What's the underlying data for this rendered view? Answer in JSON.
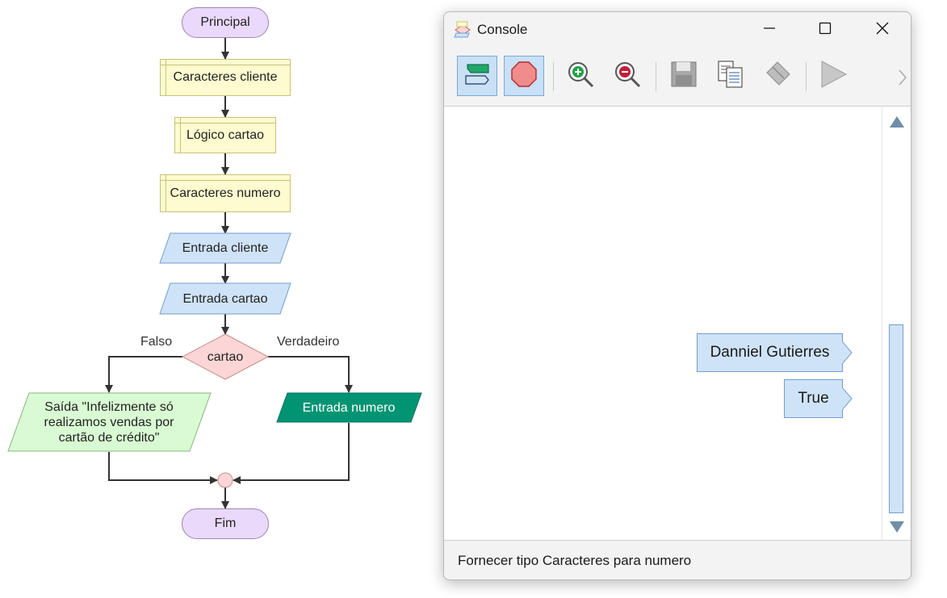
{
  "flowchart": {
    "start": "Principal",
    "declare_cliente": "Caracteres cliente",
    "declare_cartao": "Lógico cartao",
    "declare_numero": "Caracteres numero",
    "input_cliente": "Entrada cliente",
    "input_cartao": "Entrada cartao",
    "decision": "cartao",
    "false_label": "Falso",
    "true_label": "Verdadeiro",
    "output_line1": "Saída \"Infelizmente só",
    "output_line2": "realizamos vendas por",
    "output_line3": "cartão de crédito\"",
    "input_numero": "Entrada numero",
    "end": "Fim",
    "colors": {
      "terminal": "#ead9fb",
      "declaration": "#fdfbcf",
      "input": "#cfe3f8",
      "decision": "#fcd6d6",
      "output": "#d9fbd3",
      "active_input": "#009473"
    }
  },
  "console": {
    "title": "Console",
    "toolbar": [
      {
        "icon": "change-mode-icon",
        "active": true
      },
      {
        "icon": "stop-icon",
        "active": true
      },
      {
        "icon": "zoom-in-icon",
        "active": false
      },
      {
        "icon": "zoom-out-icon",
        "active": false
      },
      {
        "icon": "save-icon",
        "active": false
      },
      {
        "icon": "copy-icon",
        "active": false
      },
      {
        "icon": "eraser-icon",
        "active": false
      },
      {
        "icon": "play-icon",
        "active": false
      }
    ],
    "messages": [
      "Danniel Gutierres",
      "True"
    ],
    "input_value": "",
    "status": "Fornecer tipo Caracteres para numero",
    "accent": "#cfe3f8"
  }
}
